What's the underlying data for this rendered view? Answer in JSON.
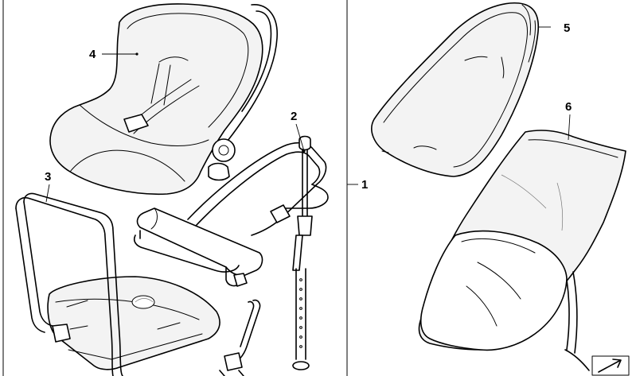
{
  "callouts": [
    {
      "id": "1",
      "label": "1",
      "part": "child-seat-set"
    },
    {
      "id": "2",
      "label": "2",
      "part": "isofix-base-frame"
    },
    {
      "id": "3",
      "label": "3",
      "part": "base-with-bracket"
    },
    {
      "id": "4",
      "label": "4",
      "part": "baby-seat-shell"
    },
    {
      "id": "5",
      "label": "5",
      "part": "seat-cover"
    },
    {
      "id": "6",
      "label": "6",
      "part": "footmuff"
    }
  ],
  "colors": {
    "line": "#000000",
    "background": "#ffffff",
    "shade": "#f3f3f3"
  },
  "icons": [
    "arrow-corner-icon"
  ]
}
